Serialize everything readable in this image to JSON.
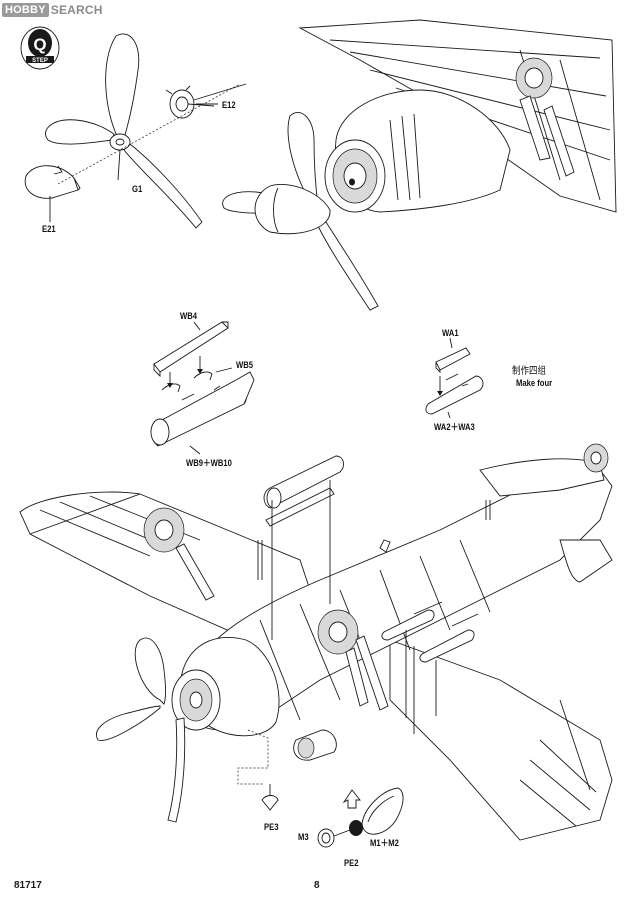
{
  "watermark": {
    "logo": "HOBBY",
    "text": "SEARCH"
  },
  "step": {
    "label": "STEP",
    "letter": "Q"
  },
  "parts": {
    "e12": "E12",
    "g1": "G1",
    "e21": "E21",
    "wb4": "WB4",
    "wb5": "WB5",
    "wb9_wb10": "WB9＋WB10",
    "wa1": "WA1",
    "wa2_wa3": "WA2＋WA3",
    "pe3": "PE3",
    "m3": "M3",
    "pe2": "PE2",
    "m1_m2": "M1＋M2"
  },
  "note": {
    "chinese": "制作四组",
    "english": "Make four"
  },
  "footer": {
    "kit_number": "81717",
    "page_number": "8"
  }
}
